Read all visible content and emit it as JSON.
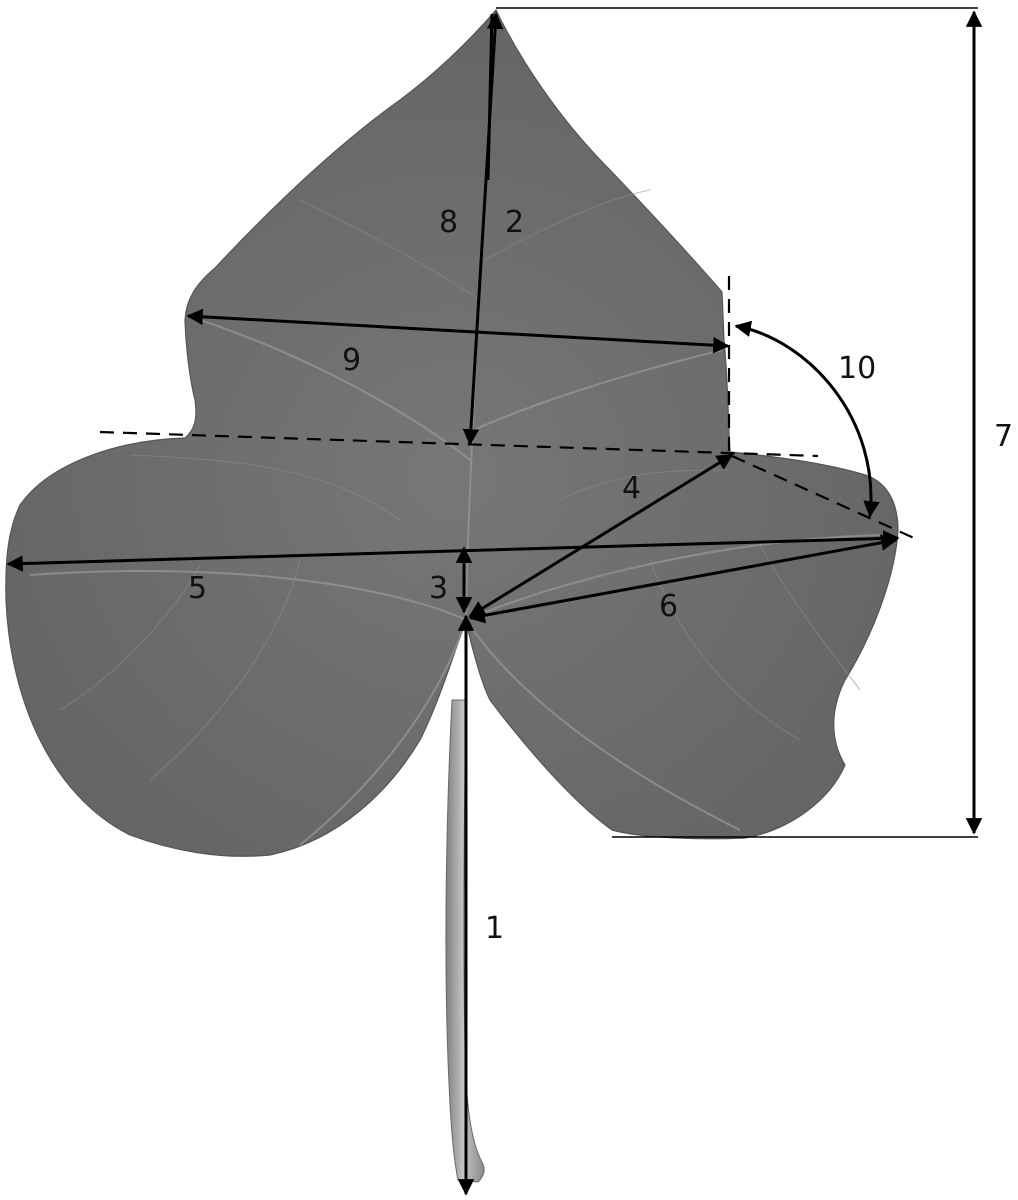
{
  "figure": {
    "subject": "leaf",
    "colors": {
      "leaf_fill": "#6d6d6d",
      "petiole_fill": "#a8a8a8",
      "annotation": "#000000",
      "background": "#ffffff"
    },
    "measurements": [
      {
        "id": "m1",
        "label": "1"
      },
      {
        "id": "m2",
        "label": "2"
      },
      {
        "id": "m3",
        "label": "3"
      },
      {
        "id": "m4",
        "label": "4"
      },
      {
        "id": "m5",
        "label": "5"
      },
      {
        "id": "m6",
        "label": "6"
      },
      {
        "id": "m7",
        "label": "7"
      },
      {
        "id": "m8",
        "label": "8"
      },
      {
        "id": "m9",
        "label": "9"
      },
      {
        "id": "m10",
        "label": "10"
      }
    ]
  }
}
